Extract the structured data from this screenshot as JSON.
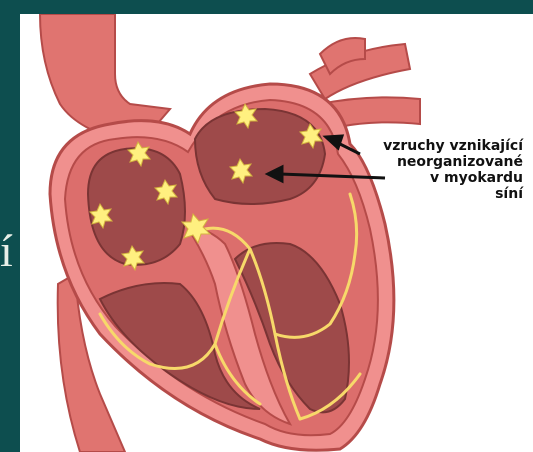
{
  "slide": {
    "left_fragment": "í"
  },
  "diagram": {
    "label_lines": [
      "vzruchy vznikající",
      "neorganizované",
      "v myokardu",
      "síní"
    ],
    "colors": {
      "background": "#0d4e4f",
      "tissue_outer": "#f0908e",
      "tissue_wall": "#dc6e6c",
      "chamber": "#9e4a4a",
      "vessel": "#e07470",
      "spark": "#fff080",
      "conduction": "#f7d96a"
    },
    "icons": [
      "spark-icon",
      "arrow-icon"
    ]
  }
}
